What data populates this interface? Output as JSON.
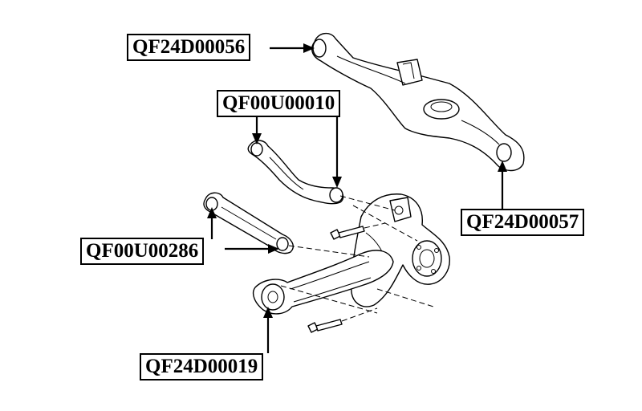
{
  "labels": {
    "upper_arm": "QF24D00056",
    "upper_arm_rear": "QF24D00057",
    "toe_link": "QF00U00010",
    "lateral_link": "QF00U00286",
    "trailing_arm": "QF24D00019"
  },
  "colors": {
    "ink": "#000000",
    "paper": "#ffffff"
  }
}
